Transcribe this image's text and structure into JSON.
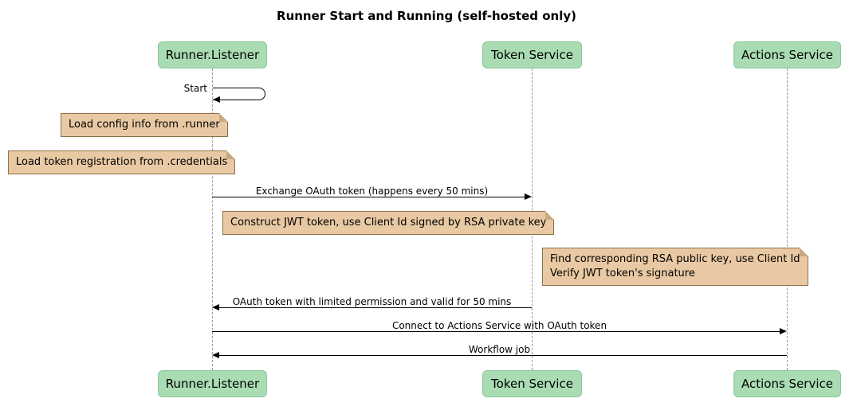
{
  "title": "Runner Start and Running (self-hosted only)",
  "participants": [
    {
      "name": "Runner.Listener"
    },
    {
      "name": "Token Service"
    },
    {
      "name": "Actions Service"
    }
  ],
  "messages": [
    {
      "label": "Start",
      "from": "Runner.Listener",
      "to": "Runner.Listener",
      "kind": "self"
    },
    {
      "label": "Exchange OAuth token (happens every 50 mins)",
      "from": "Runner.Listener",
      "to": "Token Service",
      "kind": "solid"
    },
    {
      "label": "OAuth token with limited permission and valid for 50 mins",
      "from": "Token Service",
      "to": "Runner.Listener",
      "kind": "solid"
    },
    {
      "label": "Connect to Actions Service with OAuth token",
      "from": "Runner.Listener",
      "to": "Actions Service",
      "kind": "solid"
    },
    {
      "label": "Workflow job",
      "from": "Actions Service",
      "to": "Runner.Listener",
      "kind": "solid"
    }
  ],
  "notes": [
    {
      "text": "Load config info from .runner"
    },
    {
      "text": "Load token registration from .credentials"
    },
    {
      "text": "Construct JWT token, use Client Id signed by RSA private key"
    },
    {
      "text": "Find corresponding RSA public key, use Client Id\nVerify JWT token's signature"
    }
  ],
  "colors": {
    "participant_fill": "#A9DCB2",
    "participant_border": "#8CC69A",
    "note_fill": "#E9C9A3",
    "note_border": "#8F7249",
    "note_fold": "#C9A87E",
    "lifeline": "#999999",
    "arrow": "#000000",
    "background": "#FFFFFF",
    "text": "#000000"
  }
}
